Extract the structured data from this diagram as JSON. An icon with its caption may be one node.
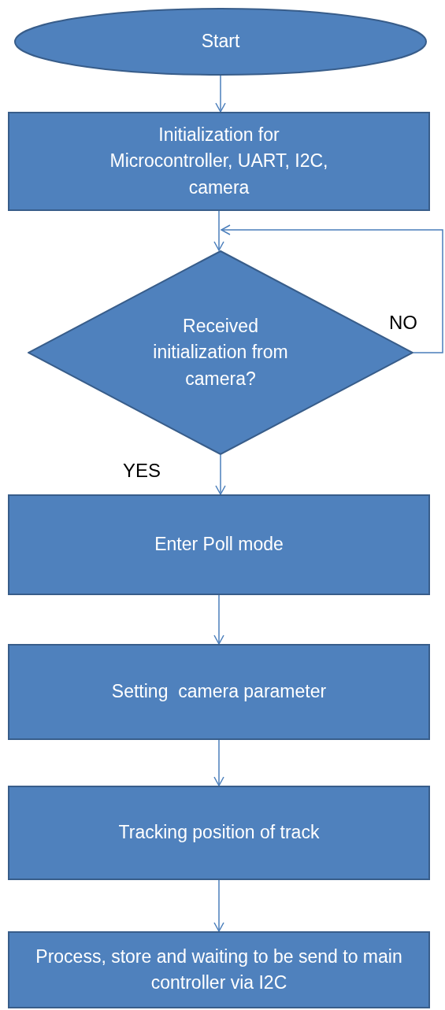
{
  "diagram": {
    "nodes": [
      {
        "text": [
          "Start"
        ]
      },
      {
        "text": [
          "Initialization for Microcontroller, UART, I2C, camera"
        ]
      },
      {
        "text": [
          "Received initialization from camera?"
        ]
      },
      {
        "text": [
          "Enter Poll mode"
        ]
      },
      {
        "text": [
          "Setting  camera parameter"
        ]
      },
      {
        "text": [
          "Tracking position of track"
        ]
      },
      {
        "text": [
          "Process, store and waiting to be send to main controller via I2C"
        ]
      }
    ],
    "edges": [
      {
        "from": 0,
        "to": 1,
        "arrow": "to"
      },
      {
        "from": 1,
        "to": 2,
        "arrow": "to"
      },
      {
        "from": 2,
        "to": 2,
        "arrow": "to",
        "label": "NO"
      },
      {
        "from": 2,
        "to": 3,
        "arrow": "to",
        "label": "YES"
      },
      {
        "from": 3,
        "to": 4,
        "arrow": "to"
      },
      {
        "from": 4,
        "to": 5,
        "arrow": "to"
      },
      {
        "from": 5,
        "to": 6,
        "arrow": "to"
      }
    ]
  }
}
